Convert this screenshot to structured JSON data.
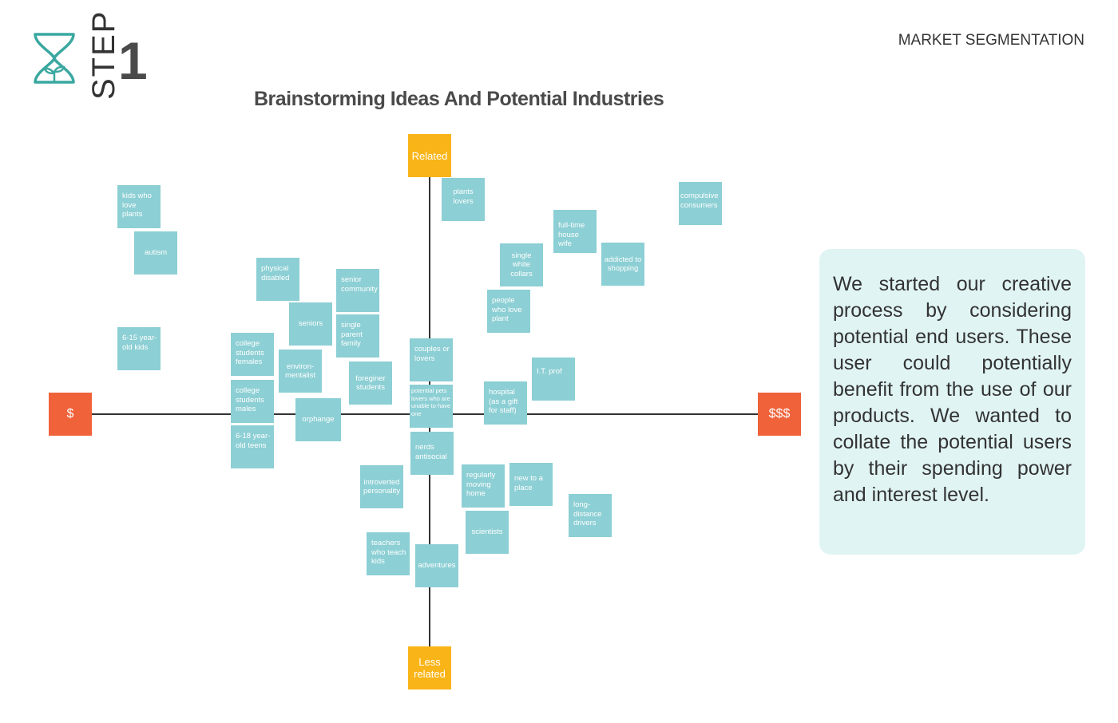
{
  "header": {
    "step_label": "STEP",
    "step_number": "1",
    "section": "MARKET SEGMENTATION",
    "logo": "hourglass-sprout-logo"
  },
  "title": "Brainstorming Ideas And Potential Industries",
  "axes": {
    "top": "Related",
    "bottom": "Less related",
    "left": "$",
    "right": "$$$"
  },
  "notes": [
    "kids who love plants",
    "autism",
    "6-15 year-old kids",
    "physical disabled",
    "senior community",
    "seniors",
    "single parent family",
    "college students females",
    "environ-mentalist",
    "foreginer students",
    "college students males",
    "orphange",
    "6-18 year-old teens",
    "couples or lovers",
    "potential pets lovers who are unable to have one",
    "nerds antisocial",
    "hospital (as a gift for staff)",
    "I.T. prof",
    "introverted personality",
    "regularly moving home",
    "new to a place",
    "long-distance drivers",
    "scientists",
    "teachers who teach kids",
    "adventures",
    "plants lovers",
    "full-time house wife",
    "single white collars",
    "addicted to shopping",
    "people who love plant",
    "compulsive consumers"
  ],
  "description": "We started our creative process by considering potential end users. These user could potentially benefit from the use of our products. We wanted to collate the potential users by their spending power and interest level.",
  "colors": {
    "note": "#8ccfd4",
    "related": "#f9b417",
    "money": "#f0623a",
    "panel": "#e1f4f4",
    "logo": "#3aa8a0"
  }
}
